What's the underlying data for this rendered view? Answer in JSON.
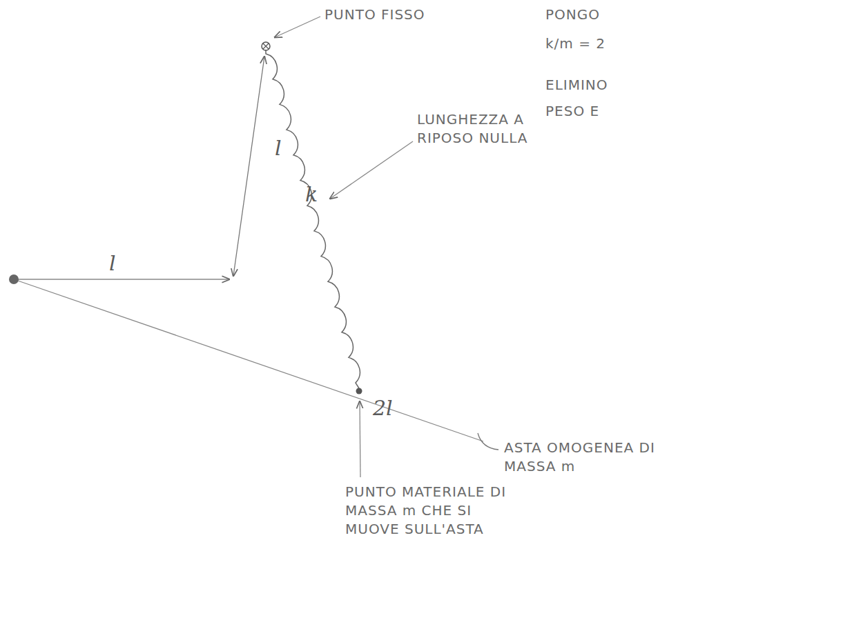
{
  "diagram": {
    "labels": [
      "PUNTO FISSO",
      "LUNGHEZZA A RIPOSO NULLA",
      "l",
      "k",
      "l",
      "2l",
      "ASTA OMOGENEA DI MASSA m",
      "PUNTO MATERIALE DI MASSA m CHE SI MUOVE SULL'ASTA",
      "PONGO",
      "k/m = 2",
      "ELIMINO",
      "PESO E"
    ]
  }
}
